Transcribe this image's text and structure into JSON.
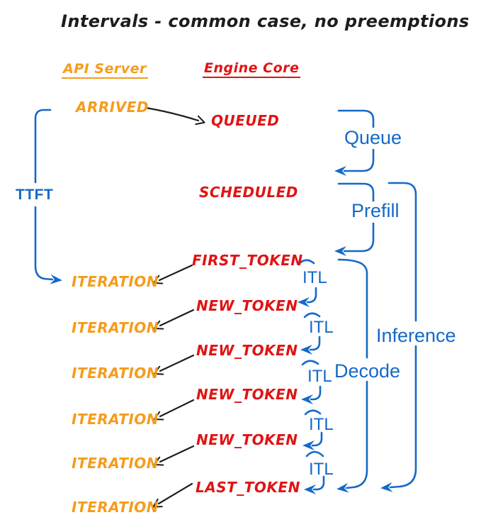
{
  "title": "Intervals - common case, no preemptions",
  "columns": {
    "api_server": "API Server",
    "engine_core": "Engine Core"
  },
  "events": {
    "arrived": "ARRIVED",
    "queued": "QUEUED",
    "scheduled": "SCHEDULED",
    "tokens": [
      "FIRST_TOKEN",
      "NEW_TOKEN",
      "NEW_TOKEN",
      "NEW_TOKEN",
      "NEW_TOKEN",
      "LAST_TOKEN"
    ],
    "iterations": [
      "ITERATION",
      "ITERATION",
      "ITERATION",
      "ITERATION",
      "ITERATION",
      "ITERATION"
    ]
  },
  "intervals": {
    "ttft": "TTFT",
    "queue": "Queue",
    "prefill": "Prefill",
    "itl": [
      "ITL",
      "ITL",
      "ITL",
      "ITL",
      "ITL"
    ],
    "decode": "Decode",
    "inference": "Inference"
  },
  "colors": {
    "orange": "#f59c1c",
    "red": "#e01414",
    "blue": "#1569c8",
    "ink": "#1d1d1d",
    "bg": "#ffffff"
  }
}
